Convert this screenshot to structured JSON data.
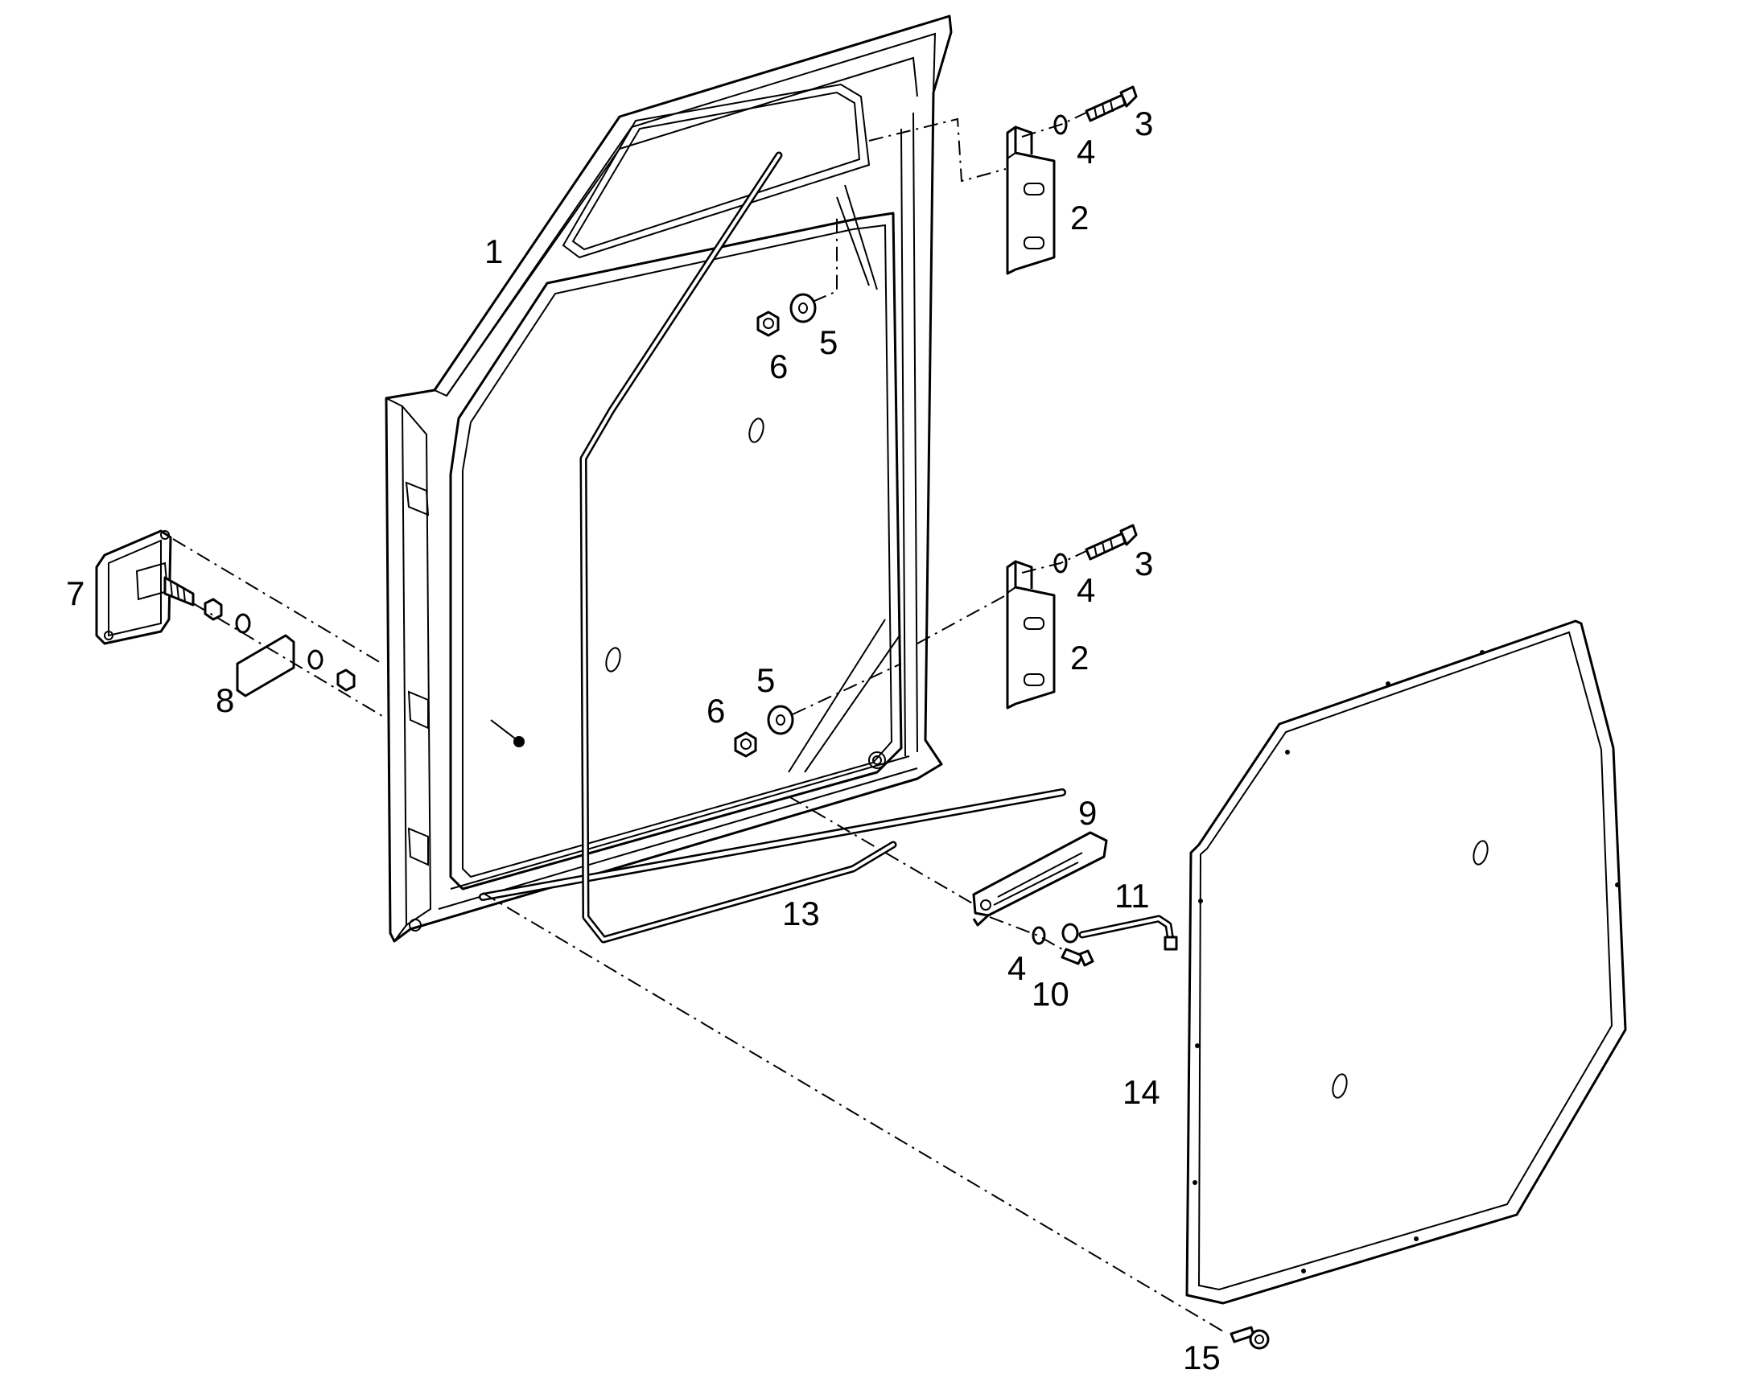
{
  "callouts": {
    "c1": "1",
    "c2a": "2",
    "c2b": "2",
    "c3a": "3",
    "c3b": "3",
    "c4a": "4",
    "c4b": "4",
    "c4c": "4",
    "c5a": "5",
    "c5b": "5",
    "c6a": "6",
    "c6b": "6",
    "c7": "7",
    "c8": "8",
    "c9": "9",
    "c10": "10",
    "c11": "11",
    "c13": "13",
    "c14": "14",
    "c15": "15"
  }
}
